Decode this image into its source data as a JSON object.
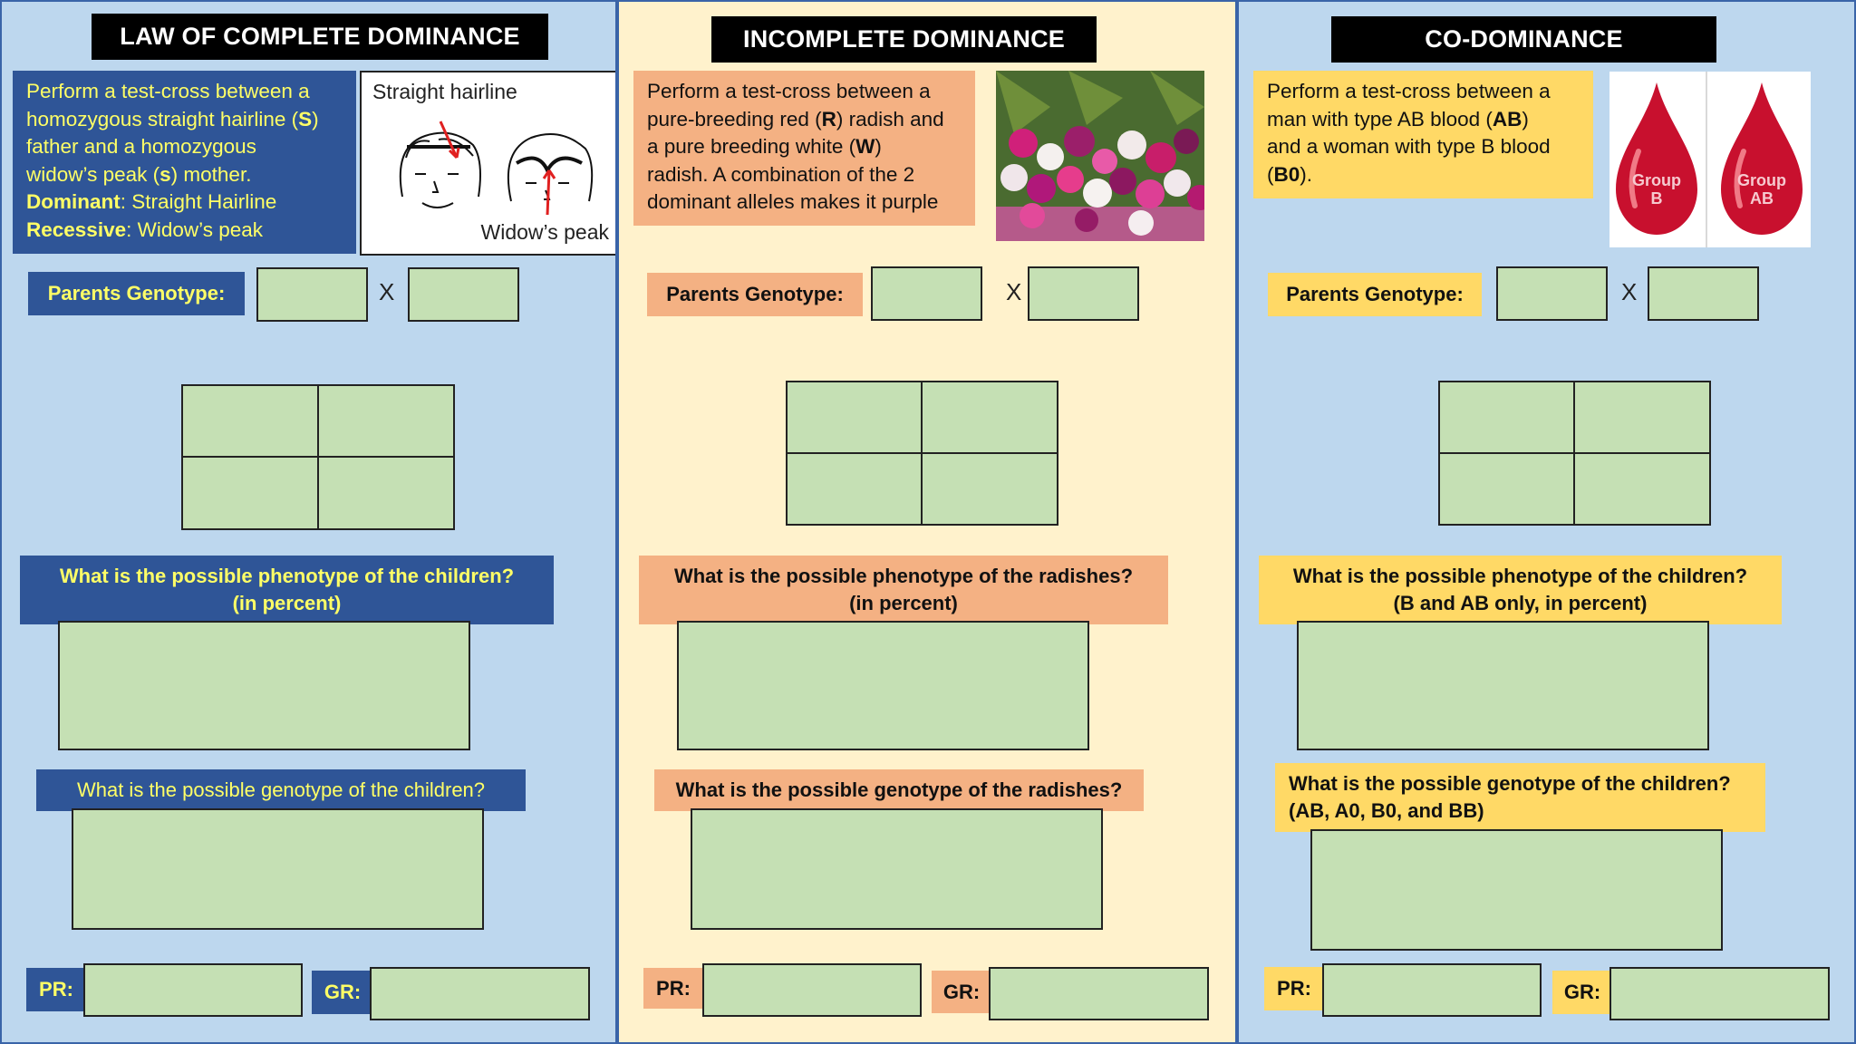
{
  "panels": {
    "complete": {
      "title": "LAW OF COMPLETE DOMINANCE",
      "desc": {
        "l1": "Perform a test-cross between a",
        "l2a": "homozygous straight hairline (",
        "l2b": "S",
        "l2c": ")",
        "l3": "father and a homozygous",
        "l4a": "widow’s peak (",
        "l4b": "s",
        "l4c": ") mother.",
        "l5a": "Dominant",
        "l5b": ": Straight Hairline",
        "l6a": "Recessive",
        "l6b": ": Widow’s peak"
      },
      "image": {
        "label_top": "Straight hairline",
        "label_bottom": "Widow’s peak"
      },
      "parents_label": "Parents Genotype:",
      "cross": "X",
      "q_phenotype": "What is the possible phenotype of the children?",
      "q_phenotype_sub": "(in percent)",
      "q_genotype": "What is the possible genotype of the children?",
      "pr_label": "PR:",
      "gr_label": "GR:"
    },
    "incomplete": {
      "title": "INCOMPLETE DOMINANCE",
      "desc": {
        "l1": "Perform a test-cross between a",
        "l2a": "pure-breeding red (",
        "l2b": "R",
        "l2c": ") radish and",
        "l3a": "a pure breeding white (",
        "l3b": "W",
        "l3c": ")",
        "l4": "radish. A combination of the 2",
        "l5": "dominant alleles makes it purple"
      },
      "parents_label": "Parents Genotype:",
      "cross": "X",
      "q_phenotype": "What is the possible phenotype of the radishes?",
      "q_phenotype_sub": "(in percent)",
      "q_genotype": "What is the possible genotype of the radishes?",
      "pr_label": "PR:",
      "gr_label": "GR:"
    },
    "codominance": {
      "title": "CO-DOMINANCE",
      "desc": {
        "l1": "Perform a test-cross between a",
        "l2a": "man with type AB blood (",
        "l2b": "AB",
        "l2c": ")",
        "l3": "and a woman with type B blood",
        "l4a": "(",
        "l4b": "B0",
        "l4c": ")."
      },
      "image": {
        "drop1_line1": "Group",
        "drop1_line2": "B",
        "drop2_line1": "Group",
        "drop2_line2": "AB"
      },
      "parents_label": "Parents Genotype:",
      "cross": "X",
      "q_phenotype": "What is the possible phenotype of the children?",
      "q_phenotype_sub": "(B and AB only, in percent)",
      "q_genotype": "What is the possible genotype of the children?",
      "q_genotype_sub": "(AB, A0, B0, and BB)",
      "pr_label": "PR:",
      "gr_label": "GR:"
    }
  },
  "colors": {
    "panel_blue": "#bdd7ee",
    "panel_cream": "#fff2cc",
    "label_blue": "#2f5597",
    "label_yellow_text": "#ffff66",
    "label_salmon": "#f4b183",
    "label_gold": "#ffd966",
    "answer_green": "#c5e0b4"
  }
}
